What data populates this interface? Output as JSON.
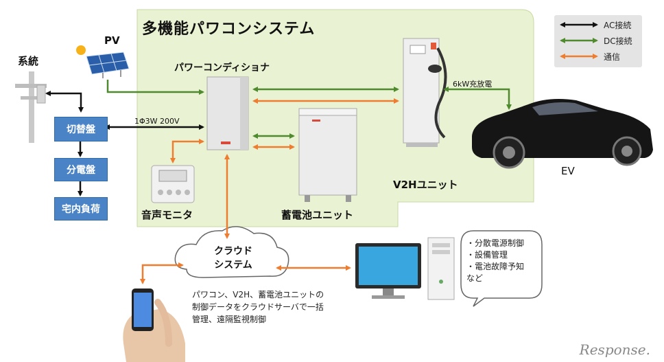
{
  "title": "多機能パワコンシステム",
  "legend": {
    "ac": "AC接続",
    "dc": "DC接続",
    "comm": "通信"
  },
  "labels": {
    "grid": "系統",
    "pv": "PV",
    "power_conditioner": "パワーコンディショナ",
    "voltage": "1Φ3W 200V",
    "charge": "6kW充放電",
    "ev": "EV",
    "v2h": "V2Hユニット",
    "battery": "蓄電池ユニット",
    "voice_monitor": "音声モニタ",
    "cloud": "クラウド\nシステム"
  },
  "boxes": {
    "switch": "切替盤",
    "distribution": "分電盤",
    "load": "宅内負荷"
  },
  "description": [
    "パワコン、V2H、蓄電池ユニットの",
    "制御データをクラウドサーバで一括",
    "管理、遠隔監視制御"
  ],
  "bubble": [
    "・分散電源制御",
    "・設備管理",
    "・電池故障予知",
    "など"
  ],
  "watermark": "Response.",
  "colors": {
    "panel_bg": "#e9f2d2",
    "ac": "#111111",
    "dc": "#4f8a2f",
    "comm": "#ed7d31",
    "box": "#4a83c6"
  }
}
